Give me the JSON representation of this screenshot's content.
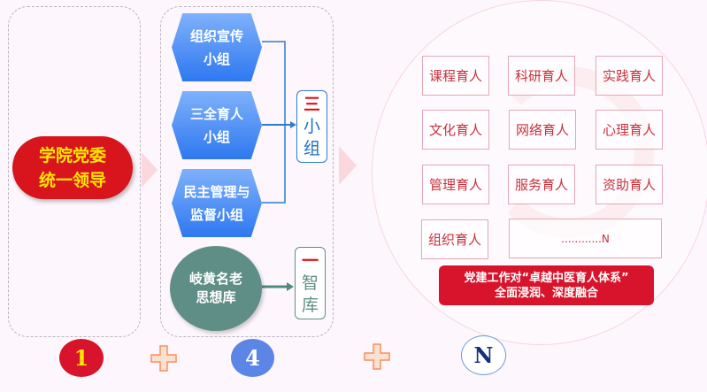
{
  "leadership": {
    "line1": "学院党委",
    "line2": "统一领导"
  },
  "groups": [
    {
      "line1": "组织宣传",
      "line2": "小组"
    },
    {
      "line1": "三全育人",
      "line2": "小组"
    },
    {
      "line1": "民主管理与",
      "line2": "监督小组"
    }
  ],
  "think_tank": {
    "line1": "岐黄名老",
    "line2": "思想库"
  },
  "three_groups": {
    "num": "三",
    "c1": "小",
    "c2": "组"
  },
  "one_tank": {
    "num": "一",
    "c1": "智",
    "c2": "库"
  },
  "education_items": [
    "课程育人",
    "科研育人",
    "实践育人",
    "文化育人",
    "网络育人",
    "心理育人",
    "管理育人",
    "服务育人",
    "资助育人",
    "组织育人",
    "............N"
  ],
  "banner": {
    "line1": "党建工作对“卓越中医育人体系”",
    "line2": "全面浸润、深度融合"
  },
  "bottom": {
    "n1": "1",
    "n2": "4",
    "n3": "N"
  },
  "colors": {
    "red": "#d8141c",
    "blue": "#2e78f0",
    "teal": "#5f8e86"
  }
}
